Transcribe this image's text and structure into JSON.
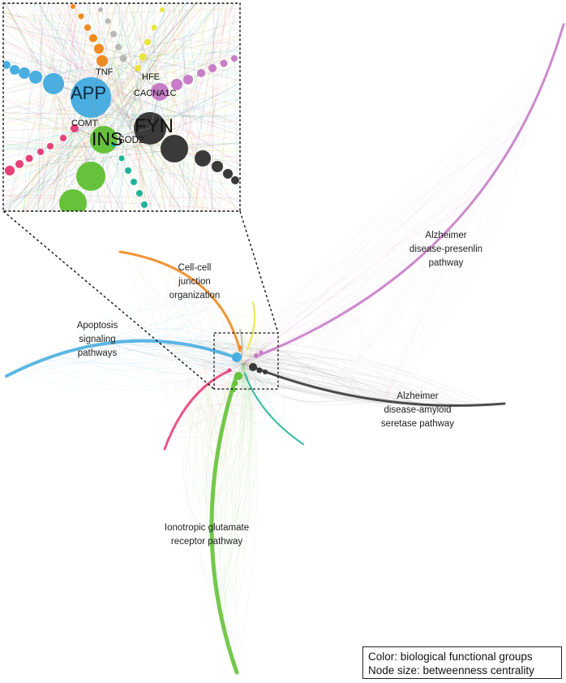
{
  "groups": [
    {
      "key": "presenilin",
      "lines": [
        "Alzheimer",
        "disease-presenlin",
        "pathway"
      ],
      "color": "#c77dc7"
    },
    {
      "key": "amyloid",
      "lines": [
        "Alzheimer",
        "disease-amyloid",
        "seretase pathway"
      ],
      "color": "#3a3a3a"
    },
    {
      "key": "apoptosis",
      "lines": [
        "Apoptosis",
        "signaling",
        "pathways"
      ],
      "color": "#4aaee0"
    },
    {
      "key": "junction",
      "lines": [
        "Cell-cell",
        "junction",
        "organization"
      ],
      "color": "#f08a1e"
    },
    {
      "key": "glutamate",
      "lines": [
        "Ionotropic glutamate",
        "receptor pathway"
      ],
      "color": "#66c23a"
    },
    {
      "key": "pink",
      "color": "#e8407a"
    },
    {
      "key": "teal",
      "color": "#1fb39a"
    },
    {
      "key": "yellow",
      "color": "#e9e63c"
    },
    {
      "key": "grey",
      "color": "#b9b9b9"
    }
  ],
  "genes": [
    "APP",
    "FYN",
    "INS",
    "SOD2",
    "TNF",
    "HFE",
    "CACNA1C",
    "COMT"
  ],
  "legend": {
    "line1": "Color: biological functional groups",
    "line2": "Node size: betweenness centrality"
  }
}
